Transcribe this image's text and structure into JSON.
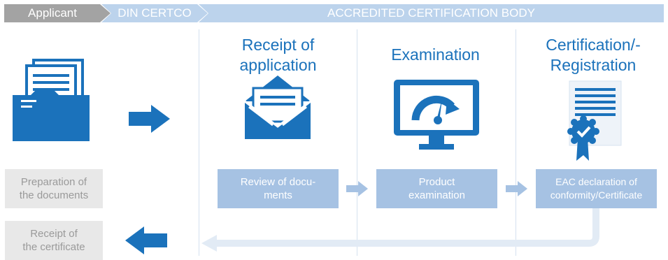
{
  "header": {
    "applicant": "Applicant",
    "din_certco": "DIN CERTCO",
    "accredited_body": "ACCREDITED CERTIFICATION BODY"
  },
  "columns": {
    "receipt": {
      "title": "Receipt of\napplication",
      "box": "Review of docu-\nments"
    },
    "examination": {
      "title": "Examination",
      "box": "Product\nexamination"
    },
    "certification": {
      "title": "Certification/-\nRegistration",
      "box": "EAC declaration of\nconformity/Certificate"
    }
  },
  "applicant": {
    "preparation": "Preparation of\nthe documents",
    "receipt_certificate": "Receipt of\nthe certificate"
  },
  "icons": {
    "folder": "folder-documents-icon",
    "envelope": "open-envelope-icon",
    "monitor": "monitor-gauge-icon",
    "certificate": "certificate-rosette-icon",
    "arrow_right": "arrow-right-icon",
    "arrow_left": "arrow-left-icon"
  },
  "colors": {
    "primary_blue": "#1b72bb",
    "light_blue": "#a6c2e3",
    "header_blue": "#bcd3ec",
    "grey": "#a3a3a3"
  }
}
